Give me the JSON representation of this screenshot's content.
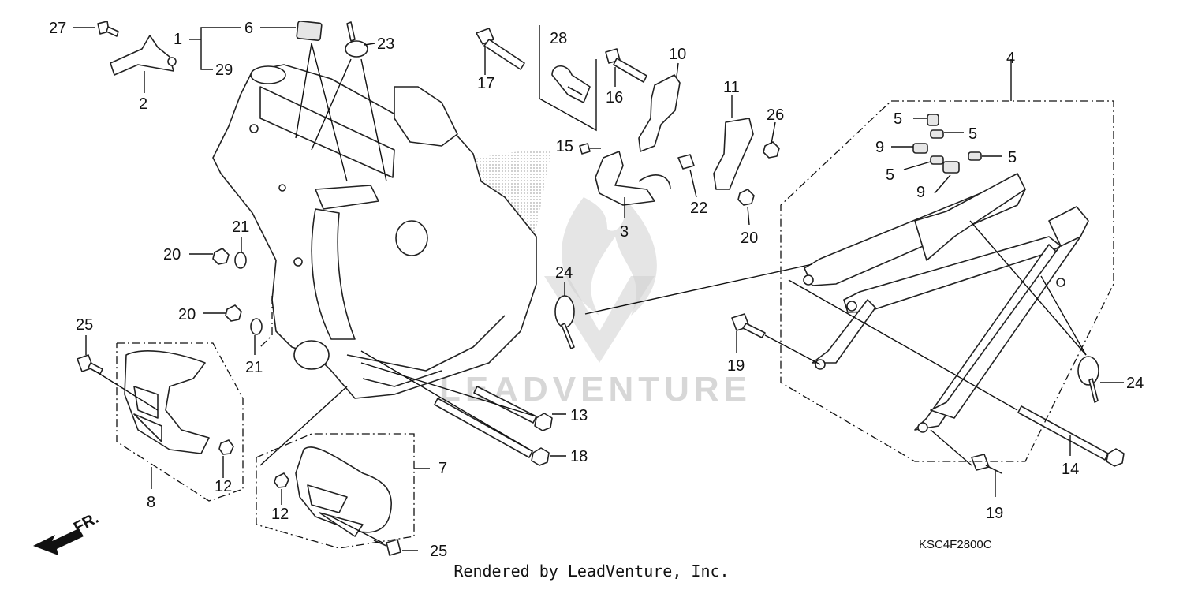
{
  "diagram": {
    "code": "KSC4F2800C",
    "direction_label": "FR.",
    "watermark_text": "LEADVENTURE",
    "footer": "Rendered by LeadVenture, Inc.",
    "callouts": {
      "c27": "27",
      "c6": "6",
      "c1": "1",
      "c23": "23",
      "c29": "29",
      "c2": "2",
      "c28": "28",
      "c17": "17",
      "c10": "10",
      "c16": "16",
      "c11": "11",
      "c26": "26",
      "c4": "4",
      "c5a": "5",
      "c5b": "5",
      "c5c": "5",
      "c5d": "5",
      "c9a": "9",
      "c9b": "9",
      "c15": "15",
      "c22": "22",
      "c3": "3",
      "c20a": "20",
      "c20b": "20",
      "c20c": "20",
      "c21a": "21",
      "c21b": "21",
      "c24a": "24",
      "c24b": "24",
      "c25a": "25",
      "c25b": "25",
      "c19a": "19",
      "c19b": "19",
      "c8": "8",
      "c12a": "12",
      "c12b": "12",
      "c13": "13",
      "c18": "18",
      "c7": "7",
      "c14": "14"
    }
  },
  "colors": {
    "line": "#111111",
    "watermark": "#cfcfcf",
    "background": "#ffffff"
  }
}
